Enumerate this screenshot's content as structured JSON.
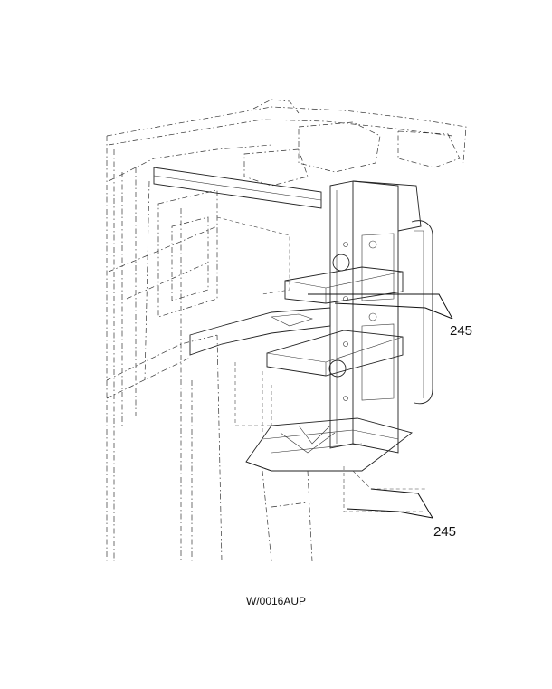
{
  "callouts": {
    "upper": "245",
    "lower": "245"
  },
  "figure_id": "W/0016AUP",
  "colors": {
    "line": "#222222",
    "background": "#ffffff"
  }
}
